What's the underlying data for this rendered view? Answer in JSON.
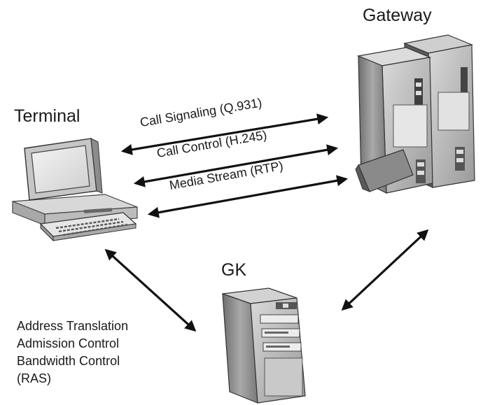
{
  "nodes": {
    "terminal": "Terminal",
    "gateway": "Gateway",
    "gk": "GK"
  },
  "links": {
    "call_signaling": "Call Signaling (Q.931)",
    "call_control": "Call Control (H.245)",
    "media_stream": "Media Stream (RTP)"
  },
  "ras": {
    "lines": [
      "Address Translation",
      "Admission Control",
      "Bandwidth Control",
      "(RAS)"
    ]
  }
}
